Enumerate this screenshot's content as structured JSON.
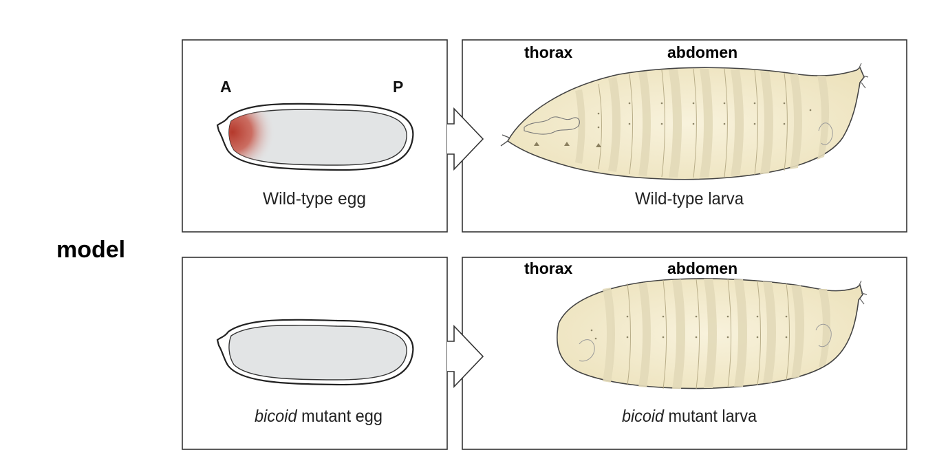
{
  "side_label": "model",
  "rows": [
    {
      "egg": {
        "anterior_label": "A",
        "posterior_label": "P",
        "caption_italic": "",
        "caption": "Wild-type egg"
      },
      "larva": {
        "label_thorax": "thorax",
        "label_abdomen": "abdomen",
        "caption_italic": "",
        "caption": "Wild-type larva"
      }
    },
    {
      "egg": {
        "caption_italic": "bicoid",
        "caption": " mutant egg"
      },
      "larva": {
        "label_thorax": "thorax",
        "label_abdomen": "abdomen",
        "caption_italic": "bicoid",
        "caption": " mutant larva"
      }
    }
  ],
  "colors": {
    "gradient": "#b5392c",
    "egg_fill": "#e2e4e5",
    "larva_fill": "#f5efd6",
    "segment_band": "#e3dab9",
    "outline": "#222222"
  }
}
